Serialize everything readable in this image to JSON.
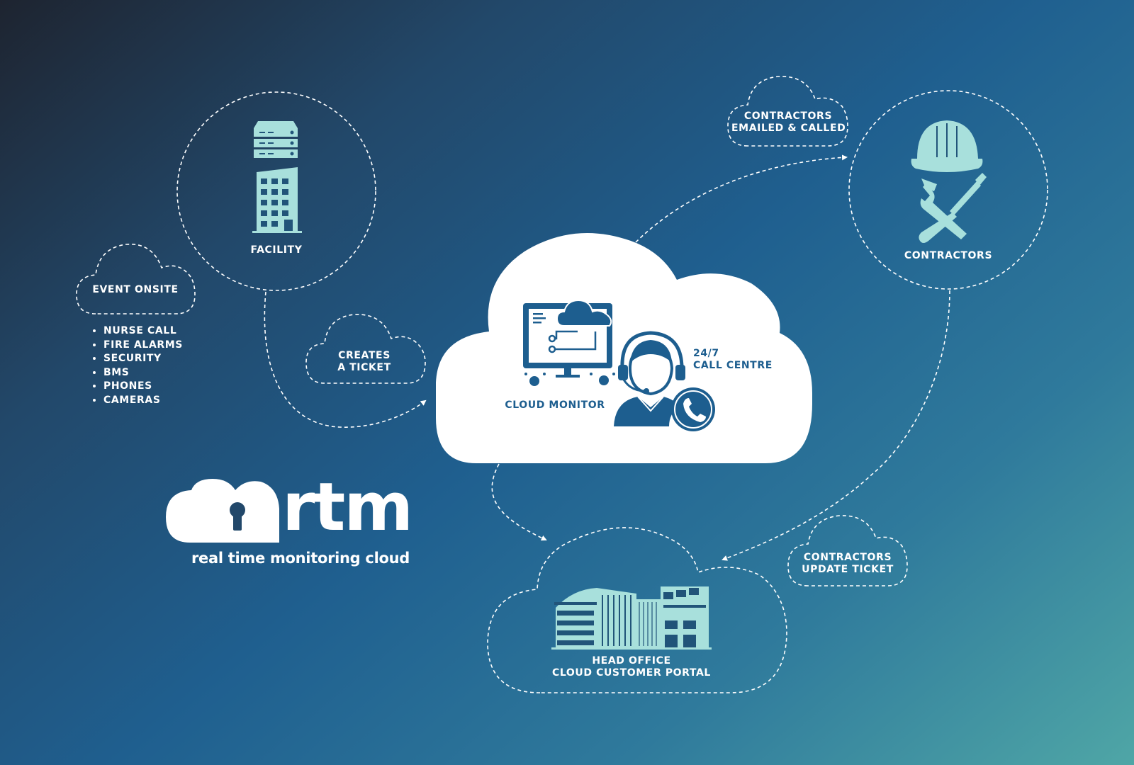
{
  "nodes": {
    "facility": "FACILITY",
    "event_onsite": "EVENT ONSITE",
    "creates_ticket": [
      "CREATES",
      "A TICKET"
    ],
    "cloud_monitor": "CLOUD MONITOR",
    "call_centre": [
      "24/7",
      "CALL CENTRE"
    ],
    "contractors_emailed": [
      "CONTRACTORS",
      "EMAILED & CALLED"
    ],
    "contractors": "CONTRACTORS",
    "contractors_update": [
      "CONTRACTORS",
      "UPDATE TICKET"
    ],
    "head_office": [
      "HEAD OFFICE",
      "CLOUD CUSTOMER PORTAL"
    ]
  },
  "event_types": [
    "NURSE CALL",
    "FIRE ALARMS",
    "SECURITY",
    "BMS",
    "PHONES",
    "CAMERAS"
  ],
  "logo": {
    "wordmark": "rtm",
    "tagline": "real time monitoring cloud"
  },
  "icons": [
    "server-rack-icon",
    "building-icon",
    "hard-hat-icon",
    "wrench-screwdriver-icon",
    "monitor-cloud-icon",
    "headset-agent-icon",
    "phone-icon",
    "head-office-building-icon",
    "keyhole-cloud-icon"
  ],
  "colors": {
    "icon_fill": "#a8e0dc",
    "cloud_fill": "#ffffff",
    "accent_blue": "#1d5e8f"
  }
}
